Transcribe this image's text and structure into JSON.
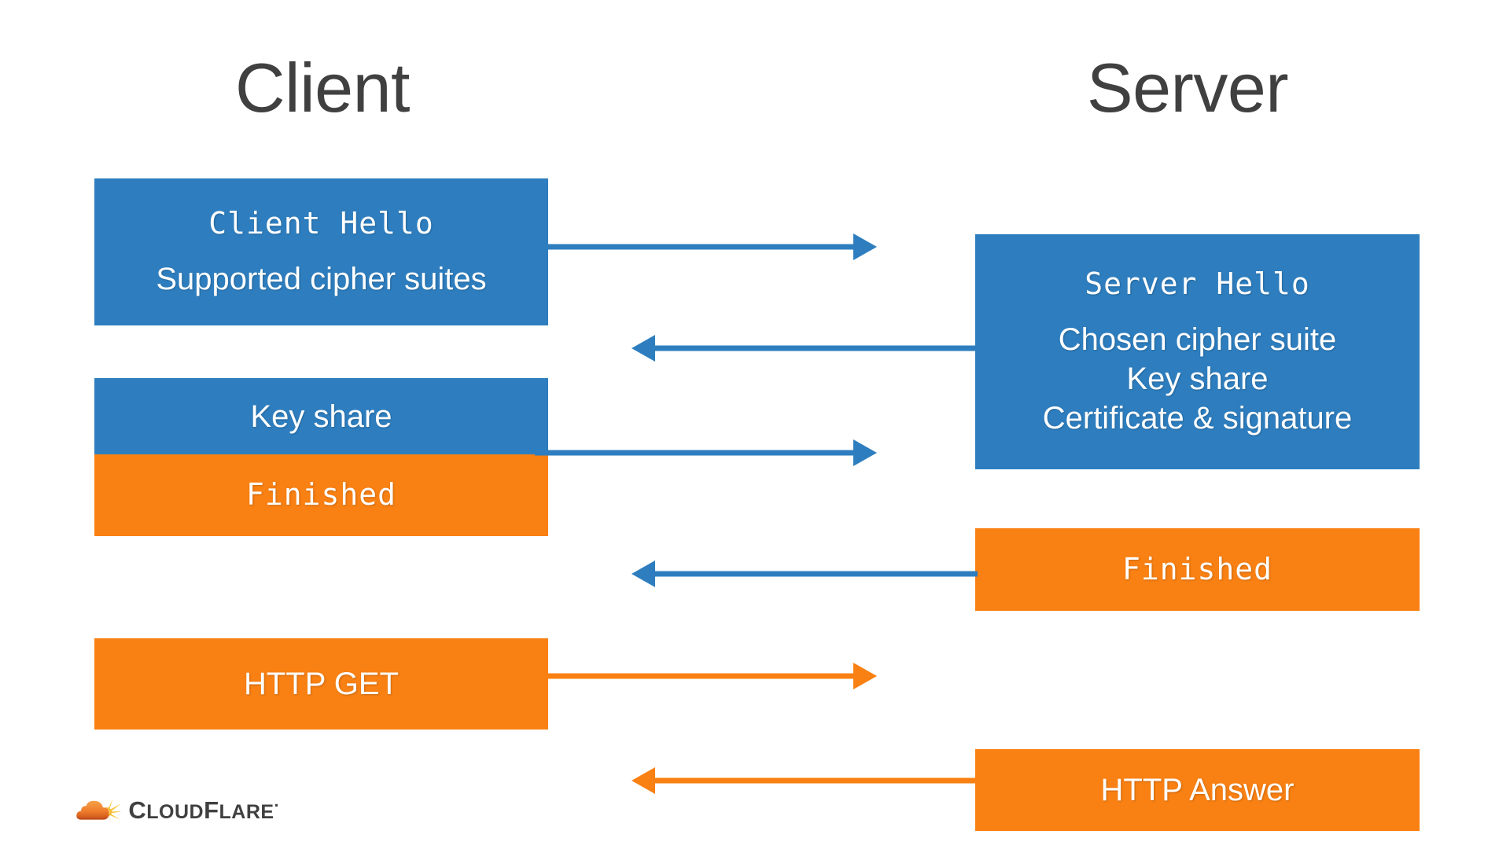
{
  "diagram": {
    "title_left": "Client",
    "title_right": "Server",
    "colors": {
      "blue": "#2E7EBF",
      "orange": "#F98012",
      "title_gray": "#404040",
      "background": "#FFFFFF",
      "box_text": "#FFFFFF"
    }
  },
  "messages": {
    "client_hello": {
      "heading": "Client Hello",
      "detail_1": "Supported cipher suites"
    },
    "server_hello": {
      "heading": "Server Hello",
      "detail_1": "Chosen cipher suite",
      "detail_2": "Key share",
      "detail_3": "Certificate & signature"
    },
    "client_key_share": {
      "heading": "Key share"
    },
    "client_finished": {
      "heading": "Finished"
    },
    "server_finished": {
      "heading": "Finished"
    },
    "http_get": {
      "heading": "HTTP GET"
    },
    "http_answer": {
      "heading": "HTTP Answer"
    }
  },
  "logo": {
    "wordmark_cap_c": "C",
    "wordmark_loud": "LOUD",
    "wordmark_cap_f": "F",
    "wordmark_lare": "LARE",
    "trademark": "·"
  }
}
